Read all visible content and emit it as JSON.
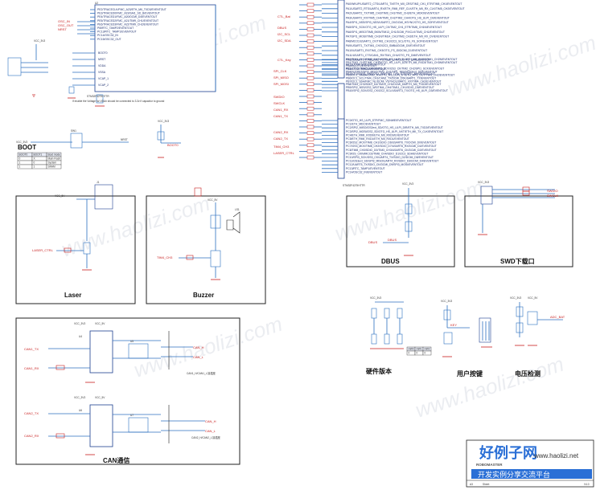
{
  "colors": {
    "wire": "#2b6fbf",
    "net": "#c81e1e",
    "ground": "#c81e1e",
    "frame": "#222222",
    "chip": "#1d3f8f"
  },
  "sections": {
    "laser": "Laser",
    "buzzer": "Buzzer",
    "dbus": "DBUS",
    "swd": "SWD下载口",
    "can": "CAN通信",
    "hw_version": "硬件版本",
    "user_key": "用户按键",
    "voltage": "电压检测",
    "boot": "BOOT"
  },
  "mcu_note": "If enable the Voltage for VDAn should be connected to 3.3v if capacitor to ground",
  "mcu_ref": "STM32F427IIH7TR",
  "mcu_ref_lower": "STM32F427IIH7TR",
  "labels": {
    "u2": "U2",
    "vcc_3v3": "VCC_3V3",
    "vcc_5v": "VCC_5V",
    "j1": "J1",
    "j2": "J2",
    "j3": "J3",
    "ls1": "LS1",
    "u4": "U4",
    "u5": "U5",
    "u6": "U6",
    "u7": "U7",
    "can1_tx": "CAN1_TX",
    "can1_rx": "CAN1_RX",
    "can2_tx": "CAN2_TX",
    "can2_rx": "CAN2_RX",
    "can_h": "CAN_H",
    "can_l": "CAN_L",
    "can1_conn": "CAN1_H/CAN1_L 接插座",
    "can2_conn": "CAN2_H/CAN2_L 接插座",
    "laser_ctrl": "LASER_CTRL",
    "tim4_ch3": "TIM4_CH3",
    "dbus": "DBUS",
    "swdio": "SWDIO",
    "swclk": "SWCLK",
    "gnd": "GND",
    "boot0": "BOOT0",
    "nrst": "NRST",
    "key": "KEY",
    "adc_bat": "ADC_BAT"
  },
  "boot_table": {
    "headers": [
      "BOOT0",
      "BOOT1",
      "Boot mode"
    ],
    "rows": [
      [
        "0",
        "X",
        "Main Flash"
      ],
      [
        "1",
        "0",
        "System"
      ],
      [
        "1",
        "1",
        "SRAM"
      ]
    ]
  },
  "hw_table": {
    "headers": [
      "HW0",
      "HW1",
      "HW2"
    ],
    "rows": [
      [
        "0",
        "0",
        "0"
      ]
    ]
  },
  "mcu_pins_left": [
    "PE2/TRACECLK/FMC_A23/ETH_MII_TXD3/EVENTOUT",
    "PE3/TRACED0/FMC_A19/SAI1_SD_B/EVENTOUT",
    "PE4/TRACED1/FMC_A20/DCMI_D4/EVENTOUT",
    "PE5/TRACED2/FMC_A21/TIM9_CH1/EVENTOUT",
    "PE6/TRACED3/FMC_A22/TIM9_CH2/EVENTOUT",
    "PI8/RTC_TAMP2/EVENTOUT",
    "PC13/RTC_TAMP1/EVENTOUT",
    "PC14/OSC32_IN",
    "PC15/OSC32_OUT"
  ],
  "mcu_pins_right": [
    "PA0/WKUP/USART2_CTS/UART4_TX/ETH_MII_CRS/TIM2_CH1_ETR/TIM5_CH1/EVENTOUT",
    "PA1/USART2_RTS/UART4_RX/ETH_RMII_REF_CLK/ETH_MII_RX_CLK/TIM5_CH2/EVENTOUT",
    "PA2/USART2_TX/TIM5_CH3/TIM9_CH1/TIM2_CH3/ETH_MDIO/EVENTOUT",
    "PA3/USART2_RX/TIM5_CH4/TIM9_CH2/TIM2_CH4/OTG_HS_ULPI_D0/EVENTOUT",
    "PA4/SPI1_NSS/SPI3_NSS/USART2_CK/DCMI_HSYNC/OTG_HS_SOF/EVENTOUT",
    "PA5/SPI1_SCK/OTG_HS_ULPI_CK/TIM2_CH1_ETR/TIM8_CH1N/EVENTOUT",
    "PA6/SPI1_MISO/TIM8_BKIN/TIM13_CH1/DCMI_PIXCLK/TIM3_CH1/EVENTOUT",
    "PA7/SPI1_MOSI/TIM8_CH1N/TIM14_CH1/TIM3_CH2/ETH_MII_RX_DV/EVENTOUT",
    "PA8/MCO1/USART1_CK/TIM1_CH1/I2C3_SCL/OTG_FS_SOF/EVENTOUT",
    "PA9/USART1_TX/TIM1_CH2/I2C3_SMBA/DCMI_D0/EVENTOUT",
    "PA10/USART1_RX/TIM1_CH3/OTG_FS_ID/DCMI_D1/EVENTOUT",
    "PA11/USART1_CTS/CAN1_RX/TIM1_CH4/OTG_FS_DM/EVENTOUT",
    "PA12/USART1_RTS/CAN1_TX/TIM1_ETR/OTG_FS_DP/EVENTOUT",
    "PA13/JTMS-SWDIO/EVENTOUT",
    "PA14/JTCK-SWCLK/EVENTOUT",
    "PA15/JTDI/SPI3_NSS/I2S3_WS/TIM2_CH1_ETR/SPI1_NSS/EVENTOUT"
  ],
  "mcu_pins_right2": [
    "PB0/TIM3_CH3/TIM8_CH2N/OTG_HS_ULPI_D1/ETH_MII_RXD2/TIM1_CH2N/EVENTOUT",
    "PB1/TIM3_CH4/TIM8_CH3N/OTG_HS_ULPI_D2/ETH_MII_RXD3/TIM1_CH3N/EVENTOUT",
    "PB2/BOOT1/EVENTOUT",
    "PB3/JTDO/TRACESWO/SPI3_SCK/I2S3_CK/TIM2_CH2/SPI1_SCK/EVENTOUT",
    "PB4/NJTRST/SPI3_MISO/TIM3_CH1/SPI1_MISO/I2S3ext_SD/EVENTOUT",
    "PB5/I2C1_SMBA/CAN2_RX/OTG_HS_ULPI_D7/ETH_PPS_OUT/TIM3_CH2/EVENTOUT",
    "PB6/I2C1_SCL/TIM4_CH1/CAN2_TX/DCMI_D5/USART1_TX/EVENTOUT",
    "PB7/I2C1_SDA/FMC_NL/DCMI_VSYNC/USART1_RX/TIM4_CH2/EVENTOUT",
    "PB8/TIM4_CH3/SDIO_D4/TIM10_CH1/DCMI_D6/ETH_MII_TXD3/EVENTOUT",
    "PB9/SPI2_NSS/I2S2_WS/TIM4_CH4/TIM11_CH1/SDIO_D5/EVENTOUT",
    "PB10/SPI2_SCK/I2S2_CK/I2C2_SCL/USART3_TX/OTG_HS_ULPI_D3/EVENTOUT"
  ],
  "mcu_pins_right3": [
    "PC0/OTG_HS_ULPI_STP/FMC_SDNWE/EVENTOUT",
    "PC1/ETH_MDC/EVENTOUT",
    "PC2/SPI2_MISO/I2S2ext_SD/OTG_HS_ULPI_DIR/ETH_MII_TXD2/EVENTOUT",
    "PC3/SPI2_MOSI/I2S2_SD/OTG_HS_ULPI_NXT/ETH_MII_TX_CLK/EVENTOUT",
    "PC4/ETH_RMII_RXD0/ETH_MII_RXD0/EVENTOUT",
    "PC5/ETH_RMII_RXD1/ETH_MII_RXD1/EVENTOUT",
    "PC6/I2S2_MCK/TIM8_CH1/SDIO_D6/USART6_TX/DCMI_D0/EVENTOUT",
    "PC7/I2S3_MCK/TIM8_CH2/SDIO_D7/USART6_RX/DCMI_D1/EVENTOUT",
    "PC8/TIM8_CH3/SDIO_D0/TIM3_CH3/USART6_CK/DCMI_D2/EVENTOUT",
    "PC9/I2S_CKIN/MCO2/TIM8_CH4/SDIO_D1/I2C3_SDA/EVENTOUT",
    "PC10/SPI3_SCK/I2S3_CK/UART4_TX/SDIO_D2/DCMI_D8/EVENTOUT",
    "PC11/I2S3ext_SD/SPI3_MISO/UART4_RX/SDIO_D3/DCMI_D4/EVENTOUT",
    "PC12/UART5_TX/SDIO_CK/DCMI_D9/SPI3_MOSI/EVENTOUT",
    "PC13/RTC_TAMP1/EVENTOUT",
    "PC14/OSC32_IN/EVENTOUT"
  ],
  "watermark": "www.haolizi.com",
  "logo": {
    "brand": "好例子网",
    "url": "www.haolizi.net",
    "slogan": "开发实例分享交流平台",
    "org": "ROBOMASTER"
  },
  "titleblock": {
    "rev": "V4.0",
    "sheet": "Sheet",
    "size": "A3"
  }
}
